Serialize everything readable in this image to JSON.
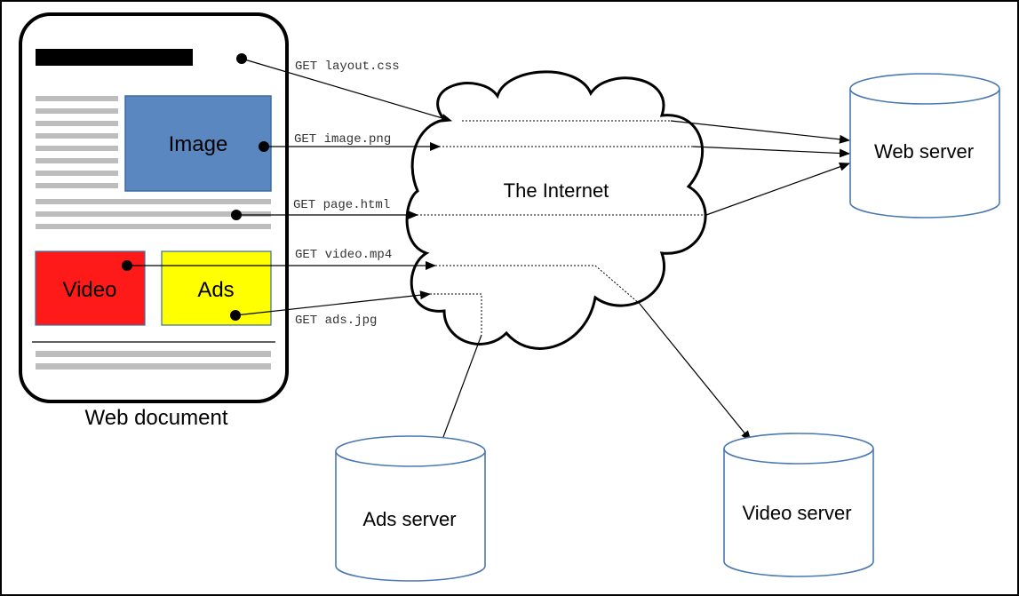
{
  "document": {
    "label": "Web document",
    "image_label": "Image",
    "video_label": "Video",
    "ads_label": "Ads",
    "colors": {
      "image": "#5b87c0",
      "video": "#ff1a1a",
      "ads": "#ffff00",
      "text_lines": "#bdbdbd"
    }
  },
  "internet": {
    "label": "The Internet"
  },
  "servers": {
    "web": "Web server",
    "ads": "Ads server",
    "video": "Video server",
    "border_color": "#4a78b0"
  },
  "requests": [
    {
      "id": "css",
      "label": "GET layout.css"
    },
    {
      "id": "image",
      "label": "GET image.png"
    },
    {
      "id": "html",
      "label": "GET page.html"
    },
    {
      "id": "video",
      "label": "GET video.mp4"
    },
    {
      "id": "ads",
      "label": "GET ads.jpg"
    }
  ]
}
